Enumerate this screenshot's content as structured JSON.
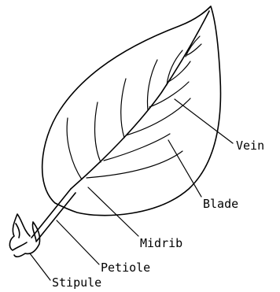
{
  "diagram": {
    "subject": "leaf",
    "labels": {
      "vein": "Vein",
      "blade": "Blade",
      "midrib": "Midrib",
      "petiole": "Petiole",
      "stipule": "Stipule"
    },
    "ink_color": "#000000",
    "background_color": "#ffffff"
  }
}
